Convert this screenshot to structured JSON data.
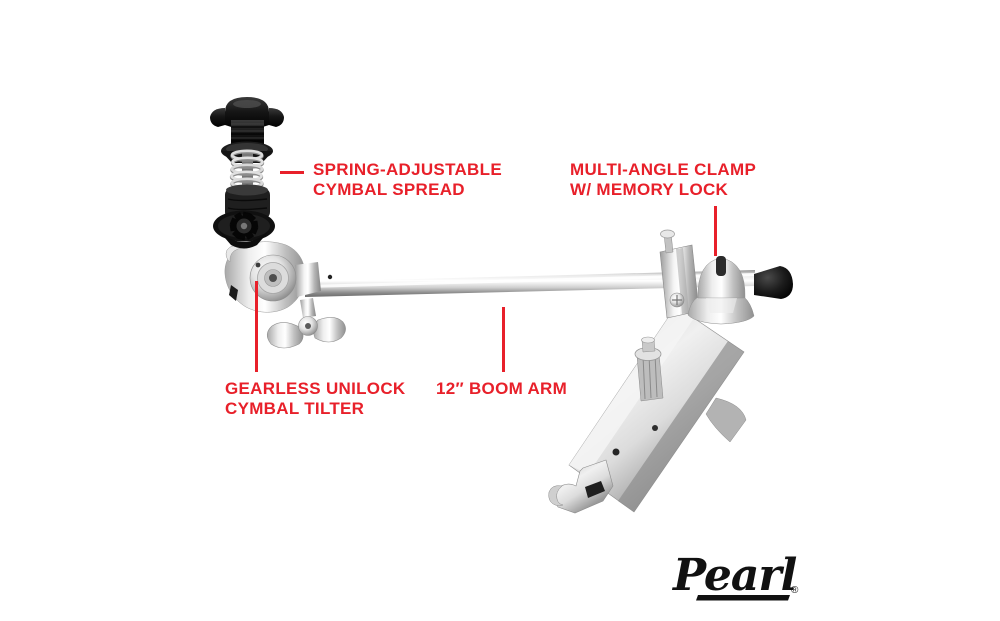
{
  "colors": {
    "accent_red": "#e8202a",
    "background": "#ffffff",
    "logo_black": "#111111"
  },
  "brand": {
    "logo_text": "Pearl",
    "registered_mark": "®"
  },
  "callouts": [
    {
      "id": "cymbal-spread",
      "lines": [
        "SPRING-ADJUSTABLE",
        "CYMBAL SPREAD"
      ]
    },
    {
      "id": "multi-angle-clamp",
      "lines": [
        "MULTI-ANGLE CLAMP",
        "W/ MEMORY LOCK"
      ]
    },
    {
      "id": "cymbal-tilter",
      "lines": [
        "GEARLESS UNILOCK",
        "CYMBAL TILTER"
      ]
    },
    {
      "id": "boom-arm",
      "lines": [
        "12″ BOOM ARM"
      ]
    }
  ]
}
